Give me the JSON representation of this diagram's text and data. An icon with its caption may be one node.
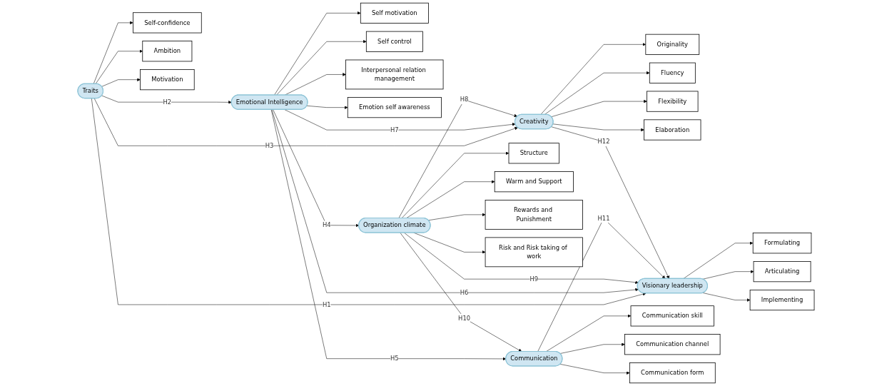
{
  "diagram": {
    "nodes": [
      {
        "text": [
          "Emotional Intelligence"
        ]
      },
      {
        "text": [
          "Self motivation"
        ]
      },
      {
        "text": [
          "Self control"
        ]
      },
      {
        "text": [
          "Interpersonal relation management"
        ]
      },
      {
        "text": [
          "Emotion self awareness"
        ]
      },
      {
        "text": [
          "Creativity"
        ]
      },
      {
        "text": [
          "Originality"
        ]
      },
      {
        "text": [
          "Fluency"
        ]
      },
      {
        "text": [
          "Flexibility"
        ]
      },
      {
        "text": [
          "Elaboration"
        ]
      },
      {
        "text": [
          "Traits"
        ]
      },
      {
        "text": [
          "Self-confidence"
        ]
      },
      {
        "text": [
          "Ambition"
        ]
      },
      {
        "text": [
          "Motivation"
        ]
      },
      {
        "text": [
          "Visionary leadership"
        ]
      },
      {
        "text": [
          "Formulating"
        ]
      },
      {
        "text": [
          "Articulating"
        ]
      },
      {
        "text": [
          "Implementing"
        ]
      },
      {
        "text": [
          "Organization climate"
        ]
      },
      {
        "text": [
          "Structure"
        ]
      },
      {
        "text": [
          "Warm and Support"
        ]
      },
      {
        "text": [
          "Rewards and Punishment"
        ]
      },
      {
        "text": [
          "Risk and Risk taking of work"
        ]
      },
      {
        "text": [
          "Communication"
        ]
      },
      {
        "text": [
          "Communication skill"
        ]
      },
      {
        "text": [
          "Communication channel"
        ]
      },
      {
        "text": [
          "Communication form"
        ]
      }
    ],
    "edges": [
      {
        "from": 10,
        "to": 14,
        "arrow": "to",
        "label": "H1"
      },
      {
        "from": 10,
        "to": 0,
        "arrow": "to",
        "label": "H2"
      },
      {
        "from": 10,
        "to": 5,
        "arrow": "to",
        "label": "H3"
      },
      {
        "from": 0,
        "to": 18,
        "arrow": "to",
        "label": "H4"
      },
      {
        "from": 0,
        "to": 23,
        "arrow": "to",
        "label": "H5"
      },
      {
        "from": 0,
        "to": 14,
        "arrow": "to",
        "label": "H6"
      },
      {
        "from": 0,
        "to": 5,
        "arrow": "to",
        "label": "H7"
      },
      {
        "from": 18,
        "to": 5,
        "arrow": "to",
        "label": "H8"
      },
      {
        "from": 18,
        "to": 14,
        "arrow": "to",
        "label": "H9"
      },
      {
        "from": 18,
        "to": 23,
        "arrow": "to",
        "label": "H10"
      },
      {
        "from": 23,
        "to": 14,
        "arrow": "to",
        "label": "H11"
      },
      {
        "from": 5,
        "to": 14,
        "arrow": "to",
        "label": "H12"
      },
      {
        "from": 0,
        "to": 1,
        "arrow": "to"
      },
      {
        "from": 0,
        "to": 2,
        "arrow": "to"
      },
      {
        "from": 0,
        "to": 3,
        "arrow": "to"
      },
      {
        "from": 0,
        "to": 4,
        "arrow": "to"
      },
      {
        "from": 5,
        "to": 6,
        "arrow": "to"
      },
      {
        "from": 5,
        "to": 7,
        "arrow": "to"
      },
      {
        "from": 5,
        "to": 8,
        "arrow": "to"
      },
      {
        "from": 5,
        "to": 9,
        "arrow": "to"
      },
      {
        "from": 10,
        "to": 11,
        "arrow": "to"
      },
      {
        "from": 10,
        "to": 12,
        "arrow": "to"
      },
      {
        "from": 10,
        "to": 13,
        "arrow": "to"
      },
      {
        "from": 14,
        "to": 15,
        "arrow": "to"
      },
      {
        "from": 14,
        "to": 16,
        "arrow": "to"
      },
      {
        "from": 14,
        "to": 17,
        "arrow": "to"
      },
      {
        "from": 18,
        "to": 19,
        "arrow": "to"
      },
      {
        "from": 18,
        "to": 20,
        "arrow": "to"
      },
      {
        "from": 18,
        "to": 21,
        "arrow": "to"
      },
      {
        "from": 18,
        "to": 22,
        "arrow": "to"
      },
      {
        "from": 23,
        "to": 24,
        "arrow": "to"
      },
      {
        "from": 23,
        "to": 25,
        "arrow": "to"
      },
      {
        "from": 23,
        "to": 26,
        "arrow": "to"
      }
    ]
  }
}
